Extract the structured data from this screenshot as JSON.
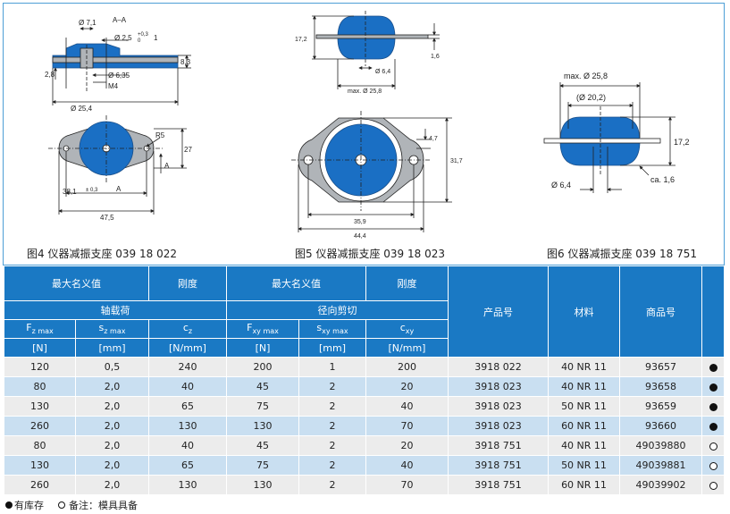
{
  "figures": [
    {
      "caption": "图4 仪器减振支座 039 18 022",
      "dims": {
        "d1": "Ø 7,1",
        "sec": "A–A",
        "d2": "Ø 2,5",
        "tol": "+0,3",
        "one": "1",
        "zero": "0",
        "h83": "8,3",
        "h28": "2,8",
        "d635": "Ø 6,35",
        "m4": "M4",
        "d254": "Ø 25,4",
        "r5": "R5",
        "a1": "A",
        "h27": "27",
        "w381": "38,1",
        "tol2": "± 0,3",
        "a2": "A",
        "w475": "47,5"
      }
    },
    {
      "caption": "图5 仪器减振支座 039 18 023",
      "dims": {
        "h172": "17,2",
        "h16": "1,6",
        "d64": "Ø 6,4",
        "max": "max. Ø 25,8",
        "h47": "4,7",
        "h317": "31,7",
        "w359": "35,9",
        "w444": "44,4"
      }
    },
    {
      "caption": "图6 仪器减振支座 039 18 751",
      "dims": {
        "max": "max. Ø 25,8",
        "inner": "(Ø 20,2)",
        "h172": "17,2",
        "d64": "Ø 6,4",
        "ca": "ca. 1,6"
      }
    }
  ],
  "table": {
    "groups": {
      "max_load": "最大名义值",
      "stiffness": "刚度",
      "product_no": "产品号",
      "material": "材料",
      "article_no": "商品号"
    },
    "sub": {
      "axial": "轴载荷",
      "radial": "径向剪切"
    },
    "symbols": [
      {
        "base": "F",
        "sub": "z max"
      },
      {
        "base": "s",
        "sub": "z max"
      },
      {
        "base": "c",
        "sub": "z"
      },
      {
        "base": "F",
        "sub": "xy max"
      },
      {
        "base": "s",
        "sub": "xy max"
      },
      {
        "base": "c",
        "sub": "xy"
      }
    ],
    "units": [
      "[N]",
      "[mm]",
      "[N/mm]",
      "[N]",
      "[mm]",
      "[N/mm]"
    ],
    "rows": [
      [
        "120",
        "0,5",
        "240",
        "200",
        "1",
        "200",
        "3918 022",
        "40 NR 11",
        "93657",
        "filled"
      ],
      [
        "80",
        "2,0",
        "40",
        "45",
        "2",
        "20",
        "3918 023",
        "40 NR 11",
        "93658",
        "filled"
      ],
      [
        "130",
        "2,0",
        "65",
        "75",
        "2",
        "40",
        "3918 023",
        "50 NR 11",
        "93659",
        "filled"
      ],
      [
        "260",
        "2,0",
        "130",
        "130",
        "2",
        "70",
        "3918 023",
        "60 NR 11",
        "93660",
        "filled"
      ],
      [
        "80",
        "2,0",
        "40",
        "45",
        "2",
        "20",
        "3918 751",
        "40 NR 11",
        "49039880",
        "open"
      ],
      [
        "130",
        "2,0",
        "65",
        "75",
        "2",
        "40",
        "3918 751",
        "50 NR 11",
        "49039881",
        "open"
      ],
      [
        "260",
        "2,0",
        "130",
        "130",
        "2",
        "70",
        "3918 751",
        "60 NR 11",
        "49039902",
        "open"
      ]
    ]
  },
  "legend": {
    "filled": "有库存",
    "open": "备注：模具具备"
  },
  "colors": {
    "header": "#1a79c4",
    "row_light": "#ececec",
    "row_blue": "#c9dff1",
    "part_blue": "#1a6fc4",
    "part_grey": "#b0b4b8"
  }
}
